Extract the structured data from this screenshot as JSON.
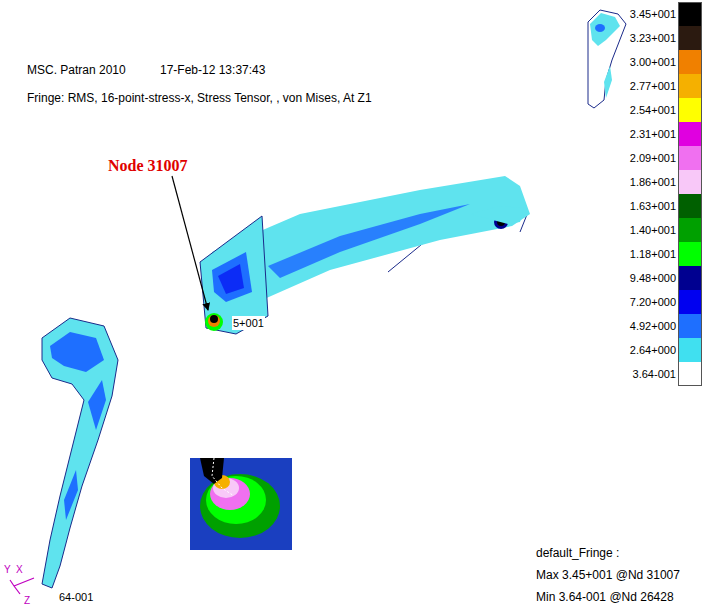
{
  "diagram": {
    "labels": [
      "MSC. Patran 2010",
      "17-Feb-12 13:37:43",
      "Fringe: RMS, 16-point-stress-x, Stress Tensor, , von Mises, At Z1",
      "Node 31007",
      "5+001",
      "64-001",
      "default_Fringe :",
      "Max 3.45+001 @Nd 31007",
      "Min 3.64-001 @Nd 26428",
      "Y",
      "X",
      "Z"
    ],
    "legend": [
      {
        "text": "3.45+001",
        "color": "#000000"
      },
      {
        "text": "3.23+001",
        "color": "#2b1a10"
      },
      {
        "text": "3.00+001",
        "color": "#f08000"
      },
      {
        "text": "2.77+001",
        "color": "#f5b000"
      },
      {
        "text": "2.54+001",
        "color": "#ffff00"
      },
      {
        "text": "2.31+001",
        "color": "#e000e0"
      },
      {
        "text": "2.09+001",
        "color": "#f070f0"
      },
      {
        "text": "1.86+001",
        "color": "#f8c8f8"
      },
      {
        "text": "1.63+001",
        "color": "#006000"
      },
      {
        "text": "1.40+001",
        "color": "#00a000"
      },
      {
        "text": "1.18+001",
        "color": "#00ff00"
      },
      {
        "text": "9.48+000",
        "color": "#000090"
      },
      {
        "text": "7.20+000",
        "color": "#0000f0"
      },
      {
        "text": "4.92+000",
        "color": "#1e6fff"
      },
      {
        "text": "2.64+000",
        "color": "#40e0f0"
      },
      {
        "text": "3.64-001",
        "color": "#ffffff"
      }
    ]
  }
}
